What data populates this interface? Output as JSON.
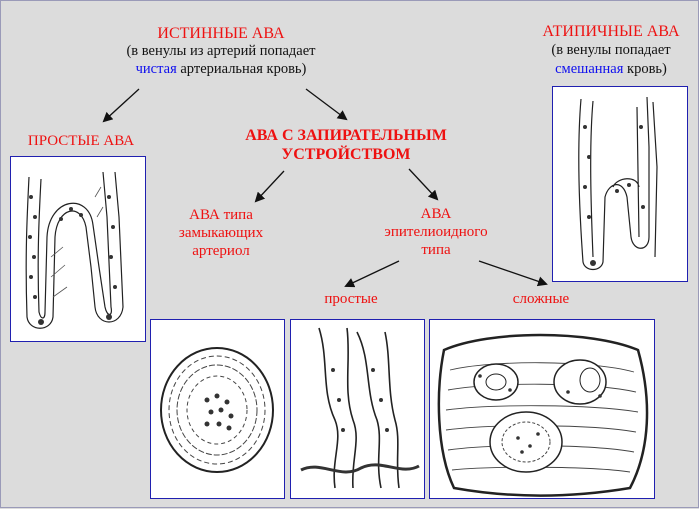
{
  "colors": {
    "title": "#ee1111",
    "text": "#111111",
    "highlight": "#1010ee",
    "panel_border": "#2020b0",
    "background": "#dcdcdc"
  },
  "true_ava": {
    "title": "ИСТИННЫЕ АВА",
    "desc_line1": "(в венулы из артерий попадает",
    "desc_highlight": "чистая",
    "desc_line2_rest": " артериальная кровь)"
  },
  "atypical_ava": {
    "title": "АТИПИЧНЫЕ  АВА",
    "desc_line1": "(в венулы попадает",
    "desc_highlight": "смешанная",
    "desc_line2_rest": " кровь)"
  },
  "simple_ava": {
    "title": "ПРОСТЫЕ АВА"
  },
  "lock_ava": {
    "line1": "АВА С ЗАПИРАТЕЛЬНЫМ",
    "line2": "УСТРОЙСТВОМ"
  },
  "closing_arteriole": {
    "line1_red": "АВА",
    "line1_black": " типа",
    "line2": "замыкающих",
    "line3": "артериол"
  },
  "epithelioid": {
    "line1": "АВА",
    "line2": "эпителиоидного",
    "line3": "типа"
  },
  "epi_simple": {
    "label": "простые"
  },
  "epi_complex": {
    "label": "сложные"
  }
}
